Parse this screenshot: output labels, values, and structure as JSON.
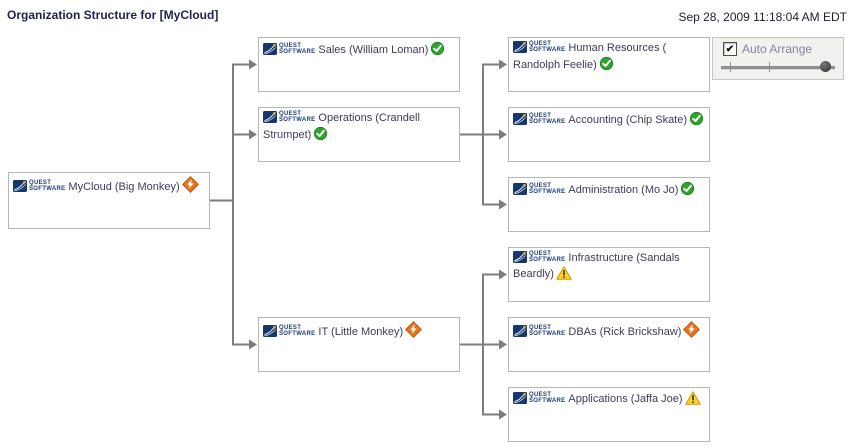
{
  "header": {
    "title": "Organization Structure for [MyCloud]",
    "timestamp": "Sep 28, 2009 11:18:04 AM EDT"
  },
  "controls": {
    "auto_arrange_label": "Auto Arrange",
    "auto_arrange_checked": true,
    "check_glyph": "✔",
    "slider_value_percent": 87
  },
  "logo": {
    "line1": "QUEST",
    "line2": "SOFTWARE"
  },
  "status_colors": {
    "ok": "#2da52d",
    "error": "#ed7220",
    "warning": "#ffd21e"
  },
  "tree": {
    "nodes": [
      {
        "id": "mycloud",
        "label": "MyCloud (Big Monkey)",
        "status": "error"
      },
      {
        "id": "sales",
        "label": "Sales (William Loman)",
        "status": "ok"
      },
      {
        "id": "operations",
        "label": "Operations (Crandell Strumpet)",
        "status": "ok"
      },
      {
        "id": "it",
        "label": "IT (Little Monkey)",
        "status": "error"
      },
      {
        "id": "hr",
        "label": "Human Resources ( Randolph Feelie)",
        "status": "ok"
      },
      {
        "id": "accounting",
        "label": "Accounting (Chip Skate)",
        "status": "ok"
      },
      {
        "id": "administration",
        "label": "Administration (Mo Jo)",
        "status": "ok"
      },
      {
        "id": "infrastructure",
        "label": "Infrastructure (Sandals Beardly)",
        "status": "warning"
      },
      {
        "id": "dbas",
        "label": "DBAs (Rick Brickshaw)",
        "status": "error"
      },
      {
        "id": "applications",
        "label": "Applications (Jaffa Joe)",
        "status": "warning"
      }
    ],
    "edges": [
      [
        "mycloud",
        "sales"
      ],
      [
        "mycloud",
        "operations"
      ],
      [
        "mycloud",
        "it"
      ],
      [
        "operations",
        "hr"
      ],
      [
        "operations",
        "accounting"
      ],
      [
        "operations",
        "administration"
      ],
      [
        "it",
        "infrastructure"
      ],
      [
        "it",
        "dbas"
      ],
      [
        "it",
        "applications"
      ]
    ]
  }
}
